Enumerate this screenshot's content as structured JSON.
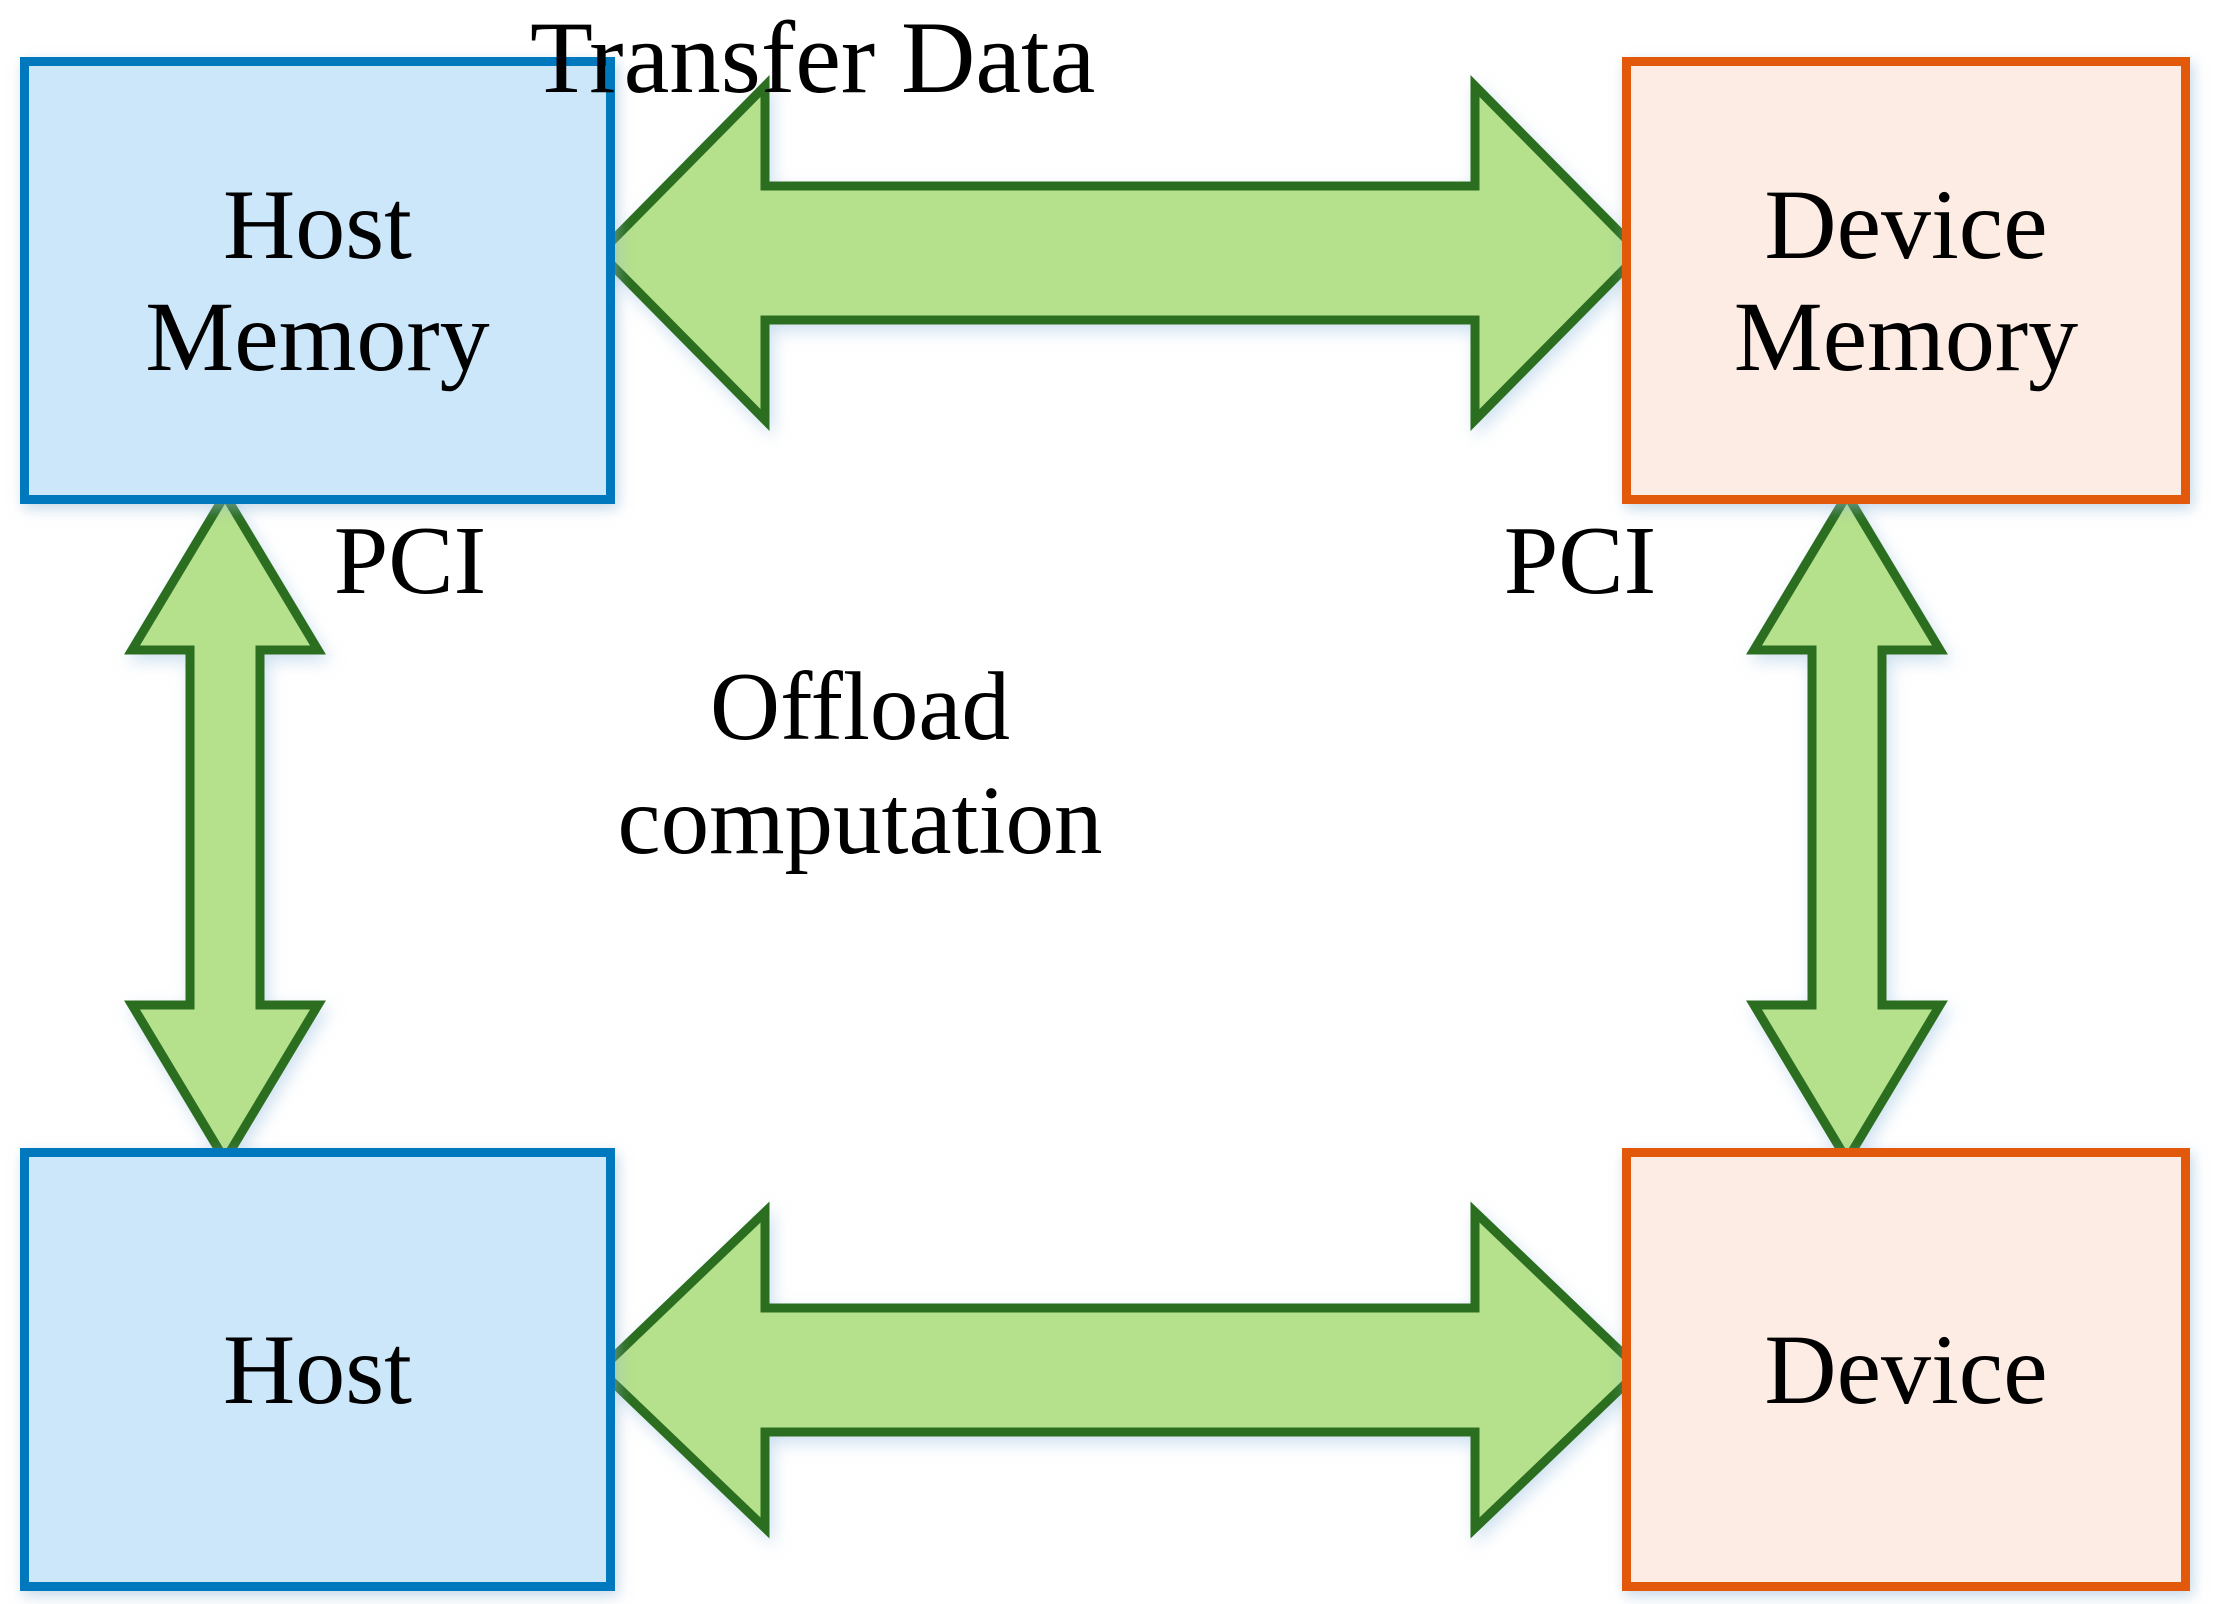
{
  "diagram": {
    "title": "Host and Device memory offload diagram",
    "nodes": [
      {
        "id": "host-memory",
        "line1": "Host",
        "line2": "Memory",
        "side": "host",
        "position": "top-left"
      },
      {
        "id": "device-memory",
        "line1": "Device",
        "line2": "Memory",
        "side": "device",
        "position": "top-right"
      },
      {
        "id": "host",
        "line1": "Host",
        "line2": "",
        "side": "host",
        "position": "bottom-left"
      },
      {
        "id": "device",
        "line1": "Device",
        "line2": "",
        "side": "device",
        "position": "bottom-right"
      }
    ],
    "edges": [
      {
        "id": "transfer-data",
        "label": "Transfer Data",
        "orientation": "horizontal",
        "direction": "bidirectional",
        "from": "host-memory",
        "to": "device-memory"
      },
      {
        "id": "pci-left",
        "label": "PCI",
        "orientation": "vertical",
        "direction": "bidirectional",
        "from": "host-memory",
        "to": "host"
      },
      {
        "id": "pci-right",
        "label": "PCI",
        "orientation": "vertical",
        "direction": "bidirectional",
        "from": "device-memory",
        "to": "device"
      },
      {
        "id": "offload",
        "label_line1": "Offload",
        "label_line2": "computation",
        "orientation": "horizontal",
        "direction": "bidirectional",
        "from": "host",
        "to": "device"
      }
    ],
    "colors": {
      "host_border": "#0078BE",
      "host_fill": "#CDE7FA",
      "device_border": "#E2590B",
      "device_fill": "#FDECE3",
      "arrow_fill": "#B5E08C",
      "arrow_stroke": "#2B6E1F",
      "text": "#000000",
      "background": "#FFFFFF"
    }
  }
}
